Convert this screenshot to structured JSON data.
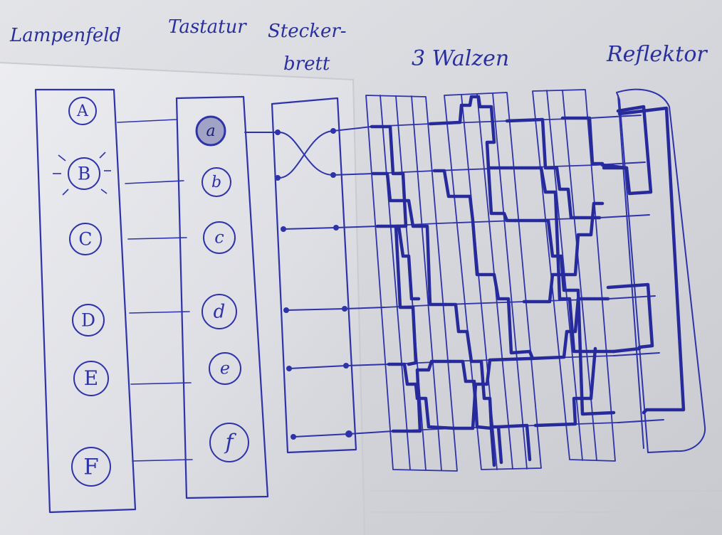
{
  "headings": {
    "lampenfeld": "Lampenfeld",
    "tastatur": "Tastatur",
    "steckerbrett_1": "Stecker-",
    "steckerbrett_2": "brett",
    "walzen": "3 Walzen",
    "reflektor": "Reflektor"
  },
  "lamps": [
    "A",
    "B",
    "C",
    "D",
    "E",
    "F"
  ],
  "keys": [
    "a",
    "b",
    "c",
    "d",
    "e",
    "f"
  ],
  "pressed_key": "a",
  "lit_lamp": "B",
  "colors": {
    "ink": "#2f33a8",
    "paper": "#e4e5e9",
    "background": "#b9bcc2"
  }
}
